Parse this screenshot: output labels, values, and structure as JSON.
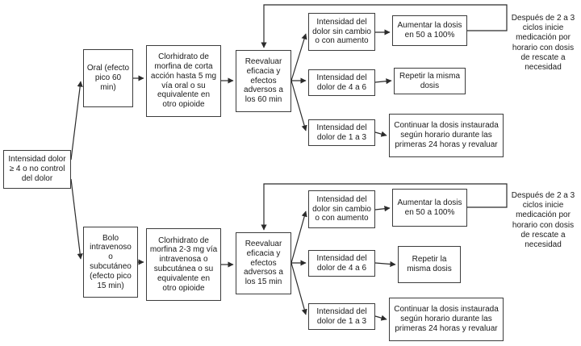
{
  "diagram": {
    "start": "Intensidad dolor ≥ 4 o no control del dolor",
    "branches": [
      {
        "route": "Oral (efecto pico 60 min)",
        "drug": "Clorhidrato de morfina de corta acción hasta 5 mg vía oral o su equivalente en otro opioide",
        "reassess": "Reevaluar eficacia y efectos adversos a los 60 min",
        "outcome_no_change": "Intensidad del dolor sin cambio o con aumento",
        "action_increase": "Aumentar la dosis en 50 a 100%",
        "outcome_4_6": "Intensidad del dolor de 4 a 6",
        "action_repeat": "Repetir la misma dosis",
        "outcome_1_3": "Intensidad del dolor de 1 a 3",
        "action_continue": "Continuar la dosis instaurada según horario durante las primeras 24 horas y revaluar",
        "side_note": "Después de 2 a 3 ciclos inicie medicación por horario con dosis de rescate a necesidad"
      },
      {
        "route": "Bolo intravenoso o subcutáneo (efecto pico 15 min)",
        "drug": "Clorhidrato de morfina 2-3 mg vía intravenosa o subcutánea o su equivalente en otro opioide",
        "reassess": "Reevaluar eficacia y efectos adversos a los 15 min",
        "outcome_no_change": "Intensidad del dolor sin cambio o con aumento",
        "action_increase": "Aumentar la dosis en 50 a 100%",
        "outcome_4_6": "Intensidad del dolor de 4 a 6",
        "action_repeat": "Repetir la misma dosis",
        "outcome_1_3": "Intensidad del dolor de 1 a 3",
        "action_continue": "Continuar la dosis instaurada según horario durante las primeras 24 horas y revaluar",
        "side_note": "Después de 2 a 3 ciclos inicie medicación por horario con dosis de rescate a necesidad"
      }
    ],
    "colors": {
      "line": "#2b2b2b",
      "border": "#3c3c3c",
      "background": "#ffffff"
    }
  }
}
